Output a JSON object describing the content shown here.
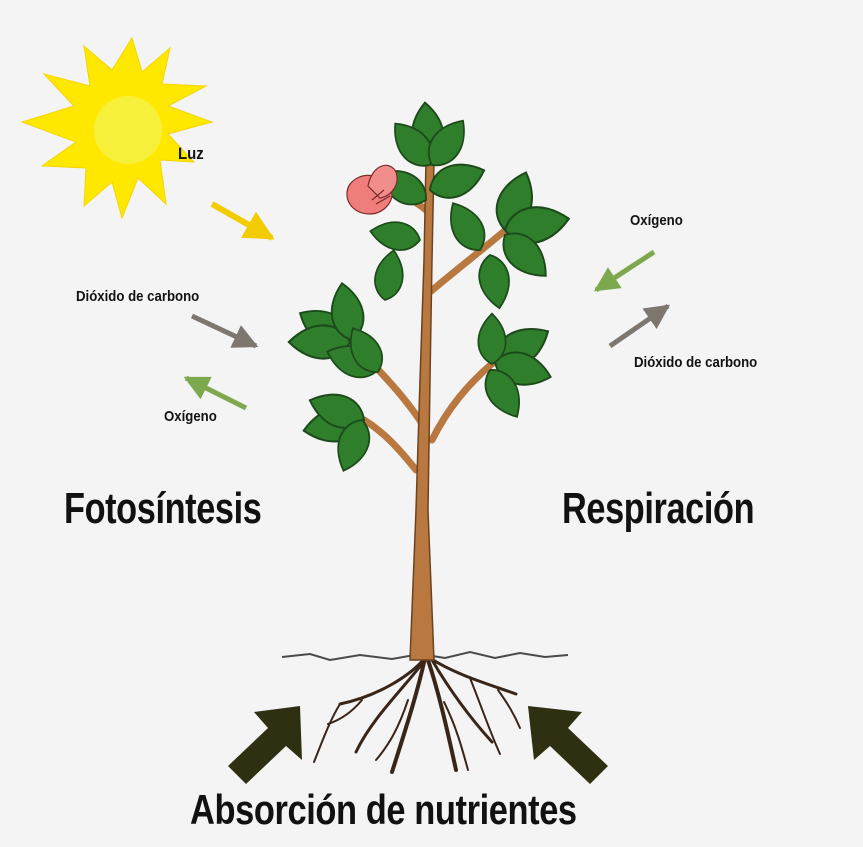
{
  "labels": {
    "light": "Luz",
    "left_co2": "Dióxido de carbono",
    "left_oxygen": "Oxígeno",
    "right_oxygen": "Oxígeno",
    "right_co2": "Dióxido de carbono",
    "photosynthesis": "Fotosíntesis",
    "respiration": "Respiración",
    "absorption": "Absorción de nutrientes"
  },
  "colors": {
    "sun": "#ffe800",
    "sun_core": "#f7f03a",
    "light_arrow": "#f2cc00",
    "co2_arrow": "#7d7770",
    "oxygen_arrow": "#7ea84e",
    "stem": "#b8783f",
    "leaf": "#2f7e2c",
    "flower": "#ee7d7b",
    "root": "#3a2618",
    "nutrient_arrow": "#2f3012"
  }
}
